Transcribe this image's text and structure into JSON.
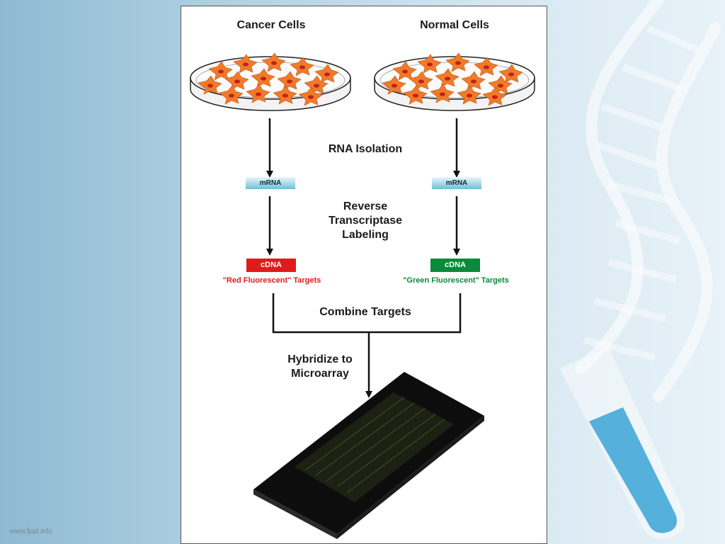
{
  "dishes": {
    "left_title": "Cancer Cells",
    "right_title": "Normal Cells"
  },
  "steps": {
    "rna_isolation": "RNA Isolation",
    "reverse_line1": "Reverse",
    "reverse_line2": "Transcriptase",
    "reverse_line3": "Labeling",
    "combine": "Combine Targets",
    "hybridize_line1": "Hybridize to",
    "hybridize_line2": "Microarray"
  },
  "boxes": {
    "mrna_left": "mRNA",
    "mrna_right": "mRNA",
    "cdna_left": "cDNA",
    "cdna_right": "cDNA"
  },
  "targets": {
    "red": "\"Red Fluorescent\" Targets",
    "green": "\"Green Fluorescent\" Targets"
  },
  "colors": {
    "red": "#e01b1b",
    "green": "#0b8a3a",
    "cell_orange": "#f07a2a",
    "nucleus": "#c0201a"
  },
  "watermark": "www.fppt.info"
}
